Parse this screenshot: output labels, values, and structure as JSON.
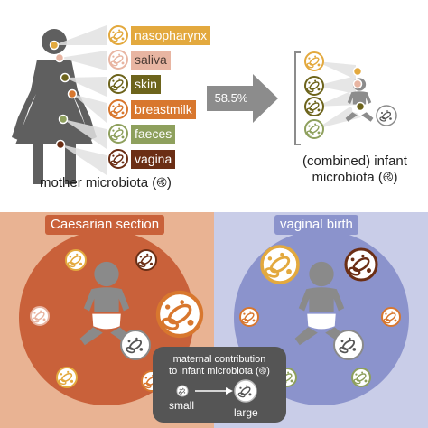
{
  "colors": {
    "nasopharynx": "#e3a93e",
    "saliva": "#e8b5a2",
    "skin": "#6d641c",
    "breastmilk": "#d8772e",
    "faeces": "#8ea05d",
    "vagina": "#6b2e15",
    "caesarean_bg": "#e9b393",
    "caesarean_circle": "#c9613a",
    "vaginal_bg": "#c9cde8",
    "vaginal_circle": "#8b93cc",
    "figure": "#5f5f5f",
    "arrow": "#8c8c8c"
  },
  "top": {
    "sites": [
      {
        "key": "nasopharynx",
        "label": "nasopharynx",
        "icon": "bacteria-icon"
      },
      {
        "key": "saliva",
        "label": "saliva",
        "icon": "bacteria-icon"
      },
      {
        "key": "skin",
        "label": "skin",
        "icon": "bacteria-icon"
      },
      {
        "key": "breastmilk",
        "label": "breastmilk",
        "icon": "bacteria-icon"
      },
      {
        "key": "faeces",
        "label": "faeces",
        "icon": "bacteria-icon"
      },
      {
        "key": "vagina",
        "label": "vagina",
        "icon": "bacteria-icon"
      }
    ],
    "mother_label": "mother microbiota (",
    "mother_label_end": ")",
    "percent": "58.5%",
    "infant_label_line1": "(combined) infant",
    "infant_label_line2": "microbiota (",
    "infant_label_end": ")"
  },
  "bottom": {
    "caesarean_title": "Caesarian section",
    "vaginal_title": "vaginal birth",
    "legend": {
      "title_line1": "maternal contribution",
      "title_line2": "to infant microbiota (",
      "title_end": ")",
      "small": "small",
      "large": "large"
    }
  }
}
